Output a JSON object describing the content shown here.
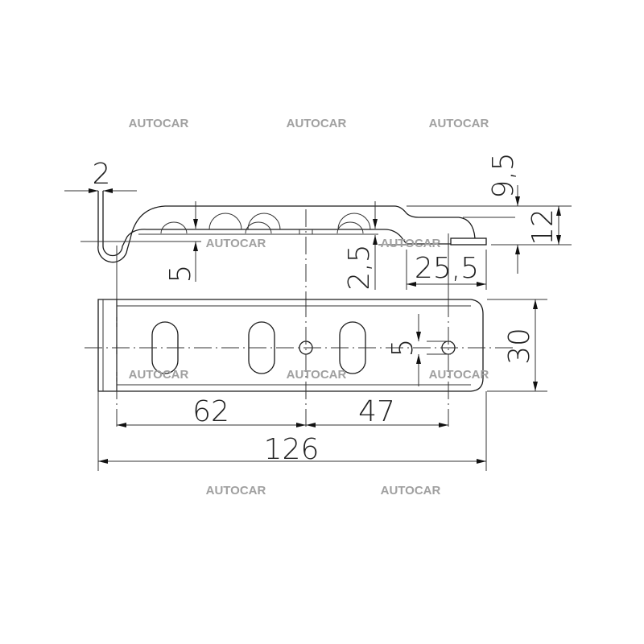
{
  "drawing": {
    "dimensions": {
      "thickness": "2",
      "hook_height": "5",
      "step_offset": "2,5",
      "tab_length": "25,5",
      "step_height": "9,5",
      "total_height": "12",
      "slot_pitch_left": "62",
      "slot_pitch_right": "47",
      "total_length": "126",
      "width": "30",
      "hole_diameter": "5"
    },
    "watermark": [
      "AUTOCAR",
      "AUTOCAR",
      "AUTOCAR",
      "AUTOCAR",
      "AUTOCAR",
      "AUTOCAR",
      "AUTOCAR",
      "AUTOCAR",
      "AUTOCAR",
      "AUTOCAR"
    ]
  }
}
